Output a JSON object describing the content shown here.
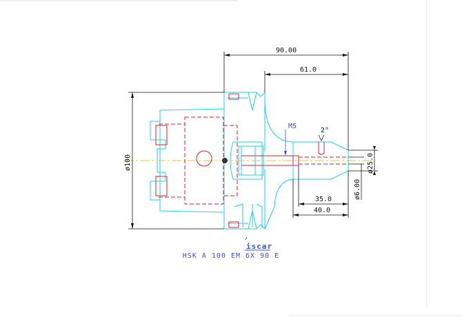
{
  "drawing": {
    "dimensions": {
      "d90": "90.00",
      "d61": "61.0",
      "d35": "35.0",
      "d40": "40.0",
      "d100": "ø100",
      "d25": "ø25.0",
      "d6": "ø6.00",
      "angle": "2°"
    },
    "thread_label": "M5",
    "logo_text": "iscar",
    "caption": "HSK A 100 EM 6X 90 E",
    "colors": {
      "outline": "#19d6e0",
      "hidden": "#e8192c",
      "dimension": "#111111",
      "annotation": "#3a4fd8",
      "background": "#ffffff"
    }
  }
}
